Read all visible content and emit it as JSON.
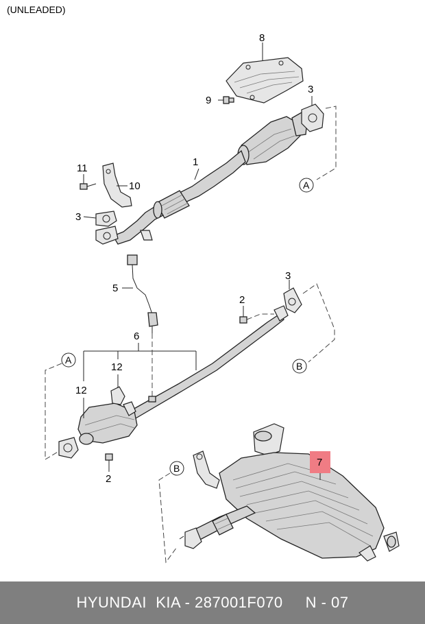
{
  "header": {
    "note": "(UNLEADED)"
  },
  "callouts": {
    "c1": "1",
    "c2a": "2",
    "c2b": "2",
    "c3a": "3",
    "c3b": "3",
    "c3c": "3",
    "c5": "5",
    "c6": "6",
    "c7": "7",
    "c8": "8",
    "c9": "9",
    "c10": "10",
    "c11": "11",
    "c12a": "12",
    "c12b": "12"
  },
  "connectors": {
    "a_top": "A",
    "a_mid": "A",
    "b_mid": "B",
    "b_bottom": "B"
  },
  "highlight": {
    "part_number": "7",
    "color": "#f07c84"
  },
  "footer": {
    "text": "HYUNDAI  KIA - 287001F070     N - 07",
    "background": "#7f7f7f"
  }
}
